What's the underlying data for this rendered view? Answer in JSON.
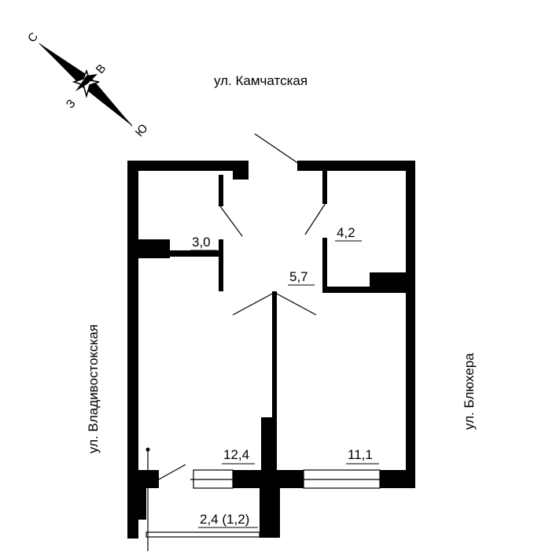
{
  "compass": {
    "north": "С",
    "east": "В",
    "west": "З",
    "south": "Ю"
  },
  "streets": {
    "top": "ул. Камчатская",
    "left": "ул. Владивостокская",
    "right": "ул. Блюхера"
  },
  "rooms": {
    "bathroom": "3,0",
    "toilet": "4,2",
    "hall": "5,7",
    "room_left": "12,4",
    "room_right": "11,1",
    "balcony": "2,4 (1,2)"
  },
  "colors": {
    "wall": "#000000",
    "background": "#ffffff"
  }
}
